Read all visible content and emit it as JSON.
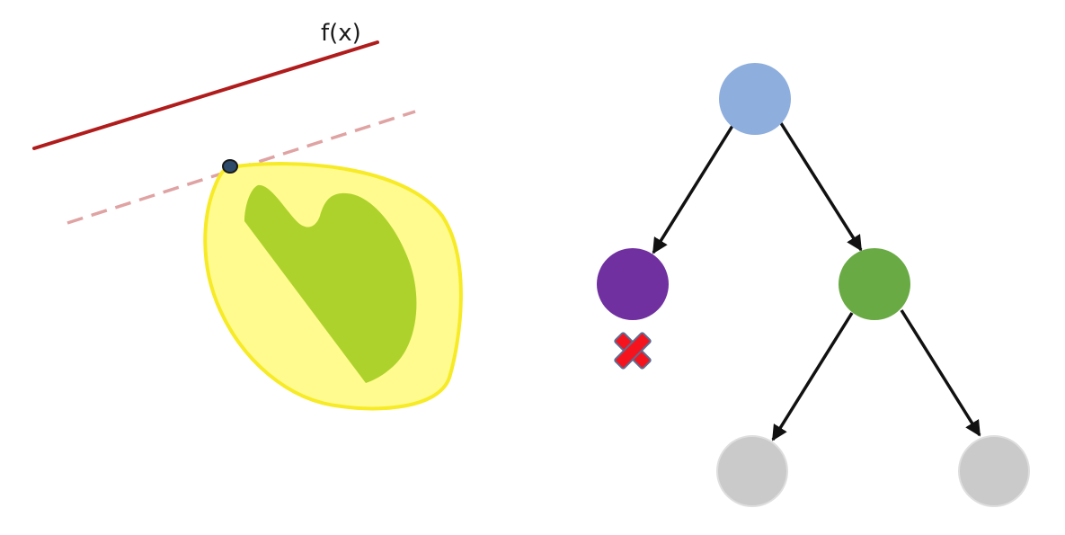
{
  "left_panel": {
    "function_label": "f(x)",
    "colors": {
      "bound_line": "#b01c1c",
      "tangent_line": "#e0a3a3",
      "outer_region_fill": "#fffb8e",
      "outer_region_stroke": "#f7ea26",
      "inner_region": "#aed22c",
      "touch_point": "#2e4a6b"
    }
  },
  "tree": {
    "colors": {
      "root": "#8eaedd",
      "left_child": "#7030a0",
      "right_child": "#6aaa45",
      "leaves": "#cacaca",
      "edges": "#111111",
      "pruned_mark": "#f5141e"
    },
    "nodes": [
      {
        "id": "root",
        "name": "tree-root-node"
      },
      {
        "id": "left",
        "name": "tree-left-child-node"
      },
      {
        "id": "right",
        "name": "tree-right-child-node"
      },
      {
        "id": "leaf_left",
        "name": "tree-leaf-left-node"
      },
      {
        "id": "leaf_right",
        "name": "tree-leaf-right-node"
      }
    ],
    "edges": [
      {
        "from": "root",
        "to": "left"
      },
      {
        "from": "root",
        "to": "right"
      },
      {
        "from": "right",
        "to": "leaf_left"
      },
      {
        "from": "right",
        "to": "leaf_right"
      }
    ],
    "pruned_node": "left",
    "pruned_icon": "red-x-icon"
  }
}
